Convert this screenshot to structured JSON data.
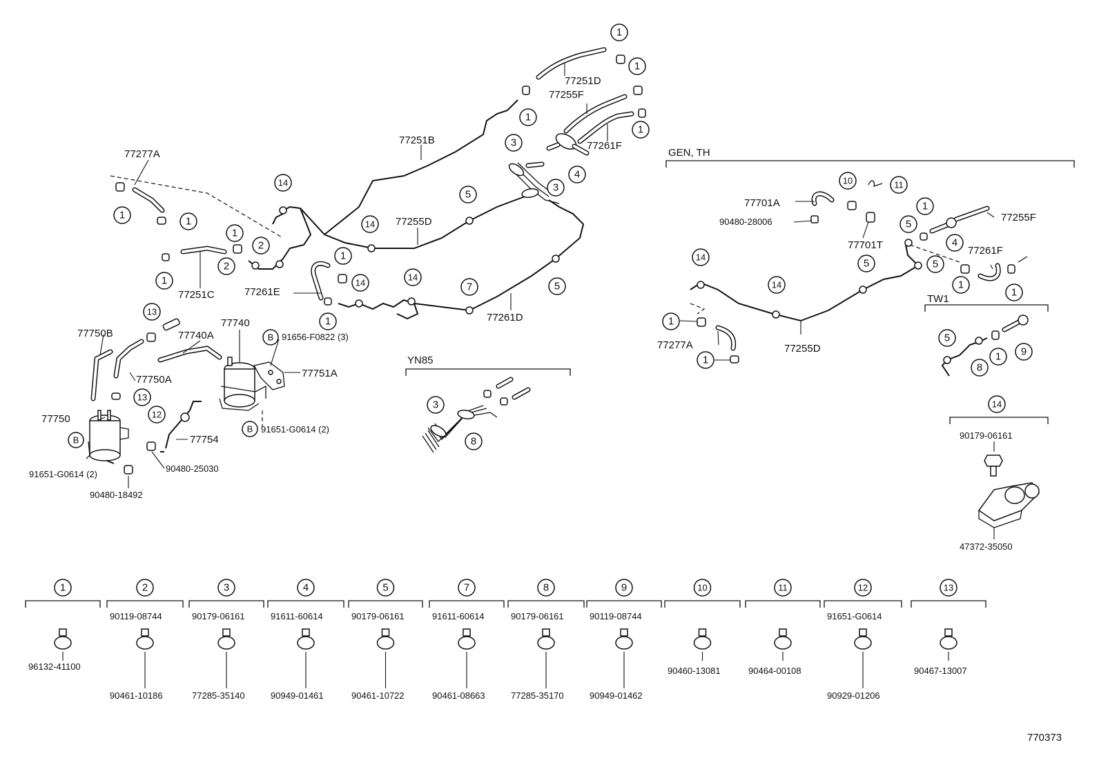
{
  "diagram_id": "770373",
  "sections": {
    "gen_th": "GEN, TH",
    "tw1": "TW1",
    "yn85": "YN85"
  },
  "labels": {
    "l77251d": "77251D",
    "l77255f_top": "77255F",
    "l77261f_top": "77261F",
    "l77251b": "77251B",
    "l77277a": "77277A",
    "l77255d": "77255D",
    "l77251c": "77251C",
    "l77261e": "77261E",
    "l77261d": "77261D",
    "l77750b": "77750B",
    "l77740a": "77740A",
    "l77740": "77740",
    "l91656": "91656-F0822 (3)",
    "l77751a": "77751A",
    "l77750a": "77750A",
    "l77750": "77750",
    "l77754": "77754",
    "l91651_r": "91651-G0614 (2)",
    "l91651_l": "91651-G0614 (2)",
    "l90480_25030": "90480-25030",
    "l90480_18492": "90480-18492",
    "r77701a": "77701A",
    "r90480_28006": "90480-28006",
    "r77701t": "77701T",
    "r77255f": "77255F",
    "r77261f": "77261F",
    "r77277a": "77277A",
    "r77255d": "77255D",
    "r90179_06161": "90179-06161",
    "r47372_35050": "47372-35050"
  },
  "legend": [
    {
      "num": "1",
      "parts": [
        "96132-41100"
      ]
    },
    {
      "num": "2",
      "parts": [
        "90119-08744",
        "90461-10186"
      ]
    },
    {
      "num": "3",
      "parts": [
        "90179-06161",
        "77285-35140"
      ]
    },
    {
      "num": "4",
      "parts": [
        "91611-60614",
        "90949-01461"
      ]
    },
    {
      "num": "5",
      "parts": [
        "90179-06161",
        "90461-10722"
      ]
    },
    {
      "num": "7",
      "parts": [
        "91611-60614",
        "90461-08663"
      ]
    },
    {
      "num": "8",
      "parts": [
        "90179-06161",
        "77285-35170"
      ]
    },
    {
      "num": "9",
      "parts": [
        "90119-08744",
        "90949-01462"
      ]
    },
    {
      "num": "10",
      "parts": [
        "90460-13081"
      ]
    },
    {
      "num": "11",
      "parts": [
        "90464-00108"
      ]
    },
    {
      "num": "12",
      "parts": [
        "91651-G0614",
        "90929-01206"
      ]
    },
    {
      "num": "13",
      "parts": [
        "90467-13007"
      ]
    }
  ],
  "callouts": {
    "one": "1",
    "two": "2",
    "three": "3",
    "four": "4",
    "five": "5",
    "seven": "7",
    "eight": "8",
    "nine": "9",
    "ten": "10",
    "eleven": "11",
    "twelve": "12",
    "thirteen": "13",
    "fourteen": "14",
    "b": "B"
  }
}
